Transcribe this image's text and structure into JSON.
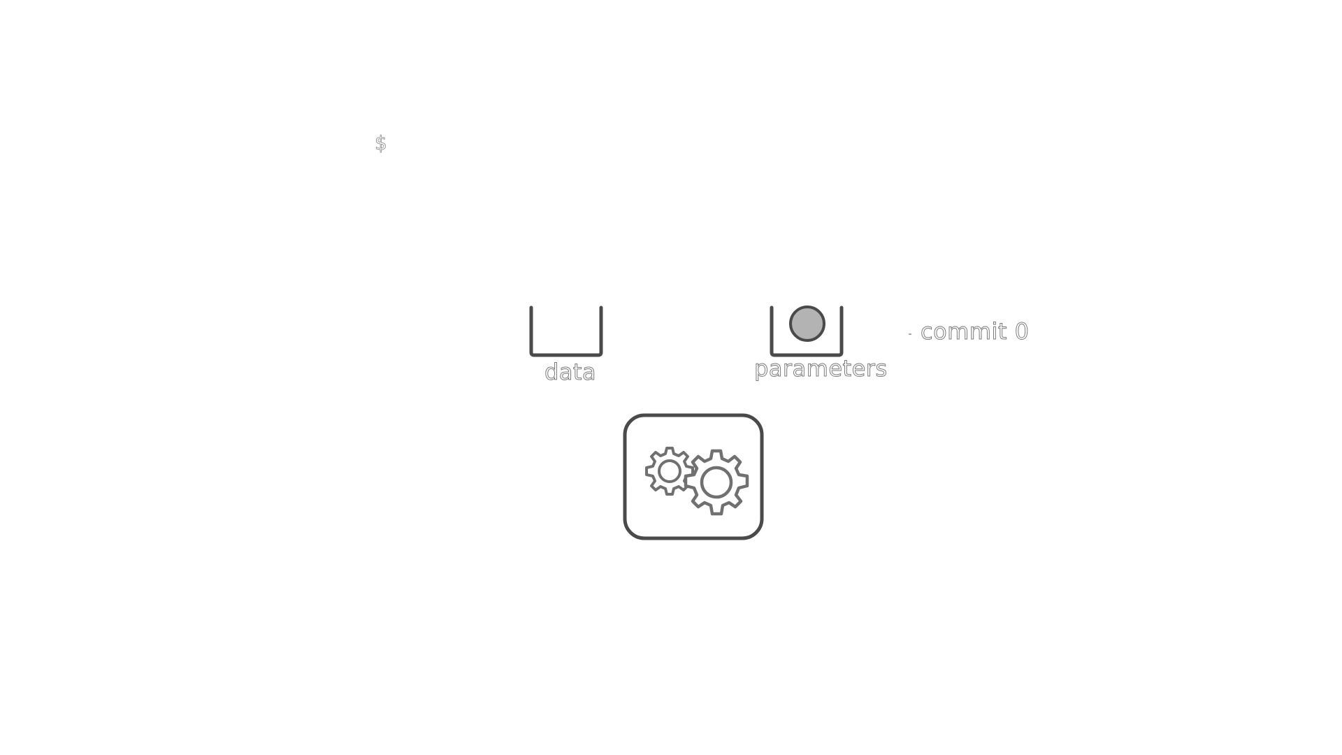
{
  "prompt": {
    "symbol": "$"
  },
  "buckets": {
    "data": {
      "label": "data"
    },
    "parameters": {
      "label": "parameters"
    }
  },
  "commit": {
    "label": "commit 0"
  },
  "icons": {
    "processor": "gears-icon",
    "parameter_token": "circle-token"
  },
  "colors": {
    "stroke": "#4a4a4a",
    "token_fill": "#b3b3b3",
    "gear_stroke": "#707070",
    "text_outline": "#7a7a7a",
    "background": "#ffffff"
  }
}
